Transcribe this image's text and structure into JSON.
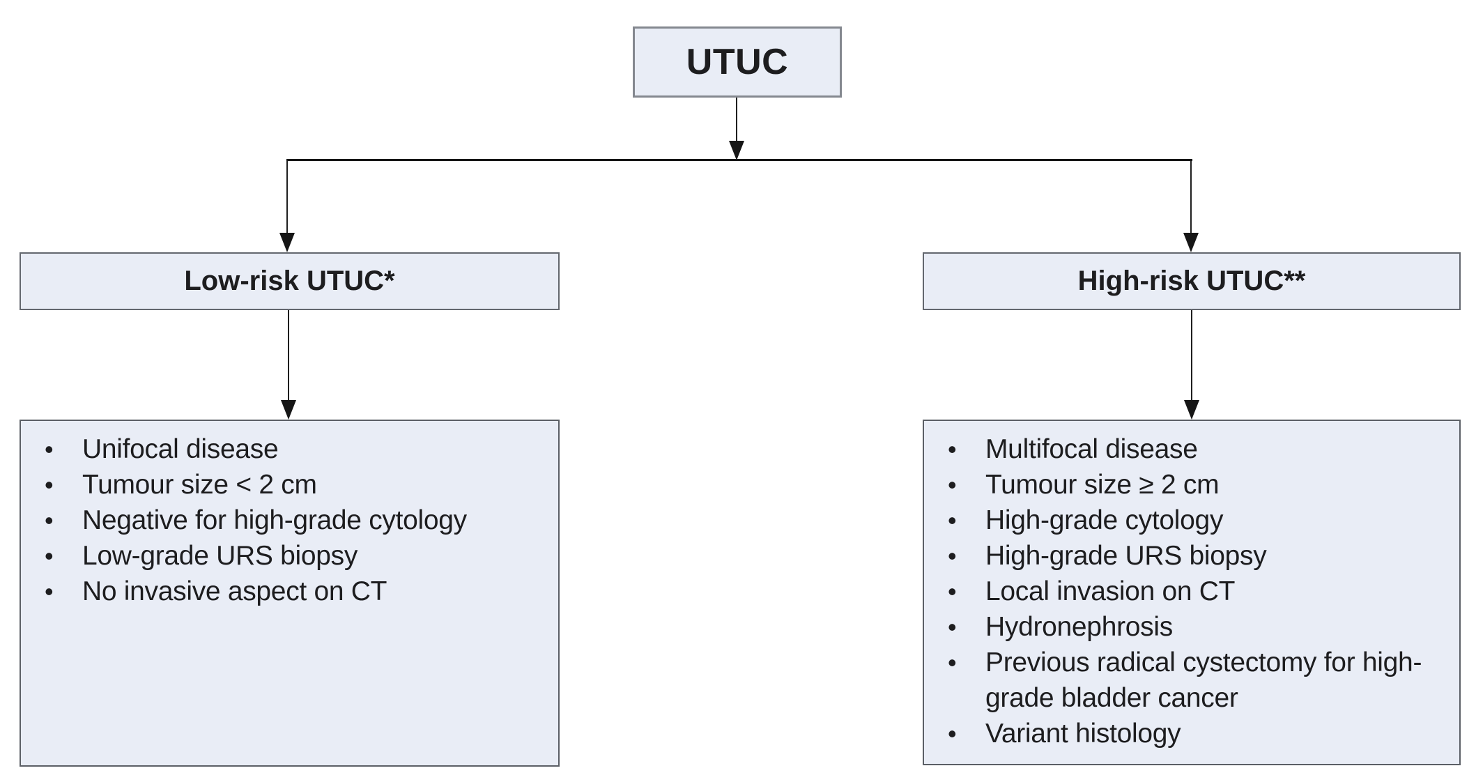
{
  "diagram": {
    "title_node": {
      "label": "UTUC"
    },
    "branches": [
      {
        "id": "low-risk",
        "header": "Low-risk UTUC*",
        "items": [
          "Unifocal disease",
          "Tumour size < 2 cm",
          "Negative for high-grade cytology",
          "Low-grade URS biopsy",
          "No invasive aspect on CT"
        ]
      },
      {
        "id": "high-risk",
        "header": "High-risk UTUC**",
        "items": [
          "Multifocal disease",
          "Tumour size ≥ 2 cm",
          "High-grade cytology",
          "High-grade URS biopsy",
          "Local invasion on CT",
          "Hydronephrosis",
          "Previous radical cystectomy for high-grade bladder cancer",
          "Variant histology"
        ]
      }
    ]
  },
  "colors": {
    "box_fill": "#e9edf6",
    "root_box_border": "#84888f",
    "panel_box_border": "#5b5f66",
    "connector_line": "#1f1f1f",
    "text": "#1d1d1f",
    "background": "#ffffff"
  }
}
